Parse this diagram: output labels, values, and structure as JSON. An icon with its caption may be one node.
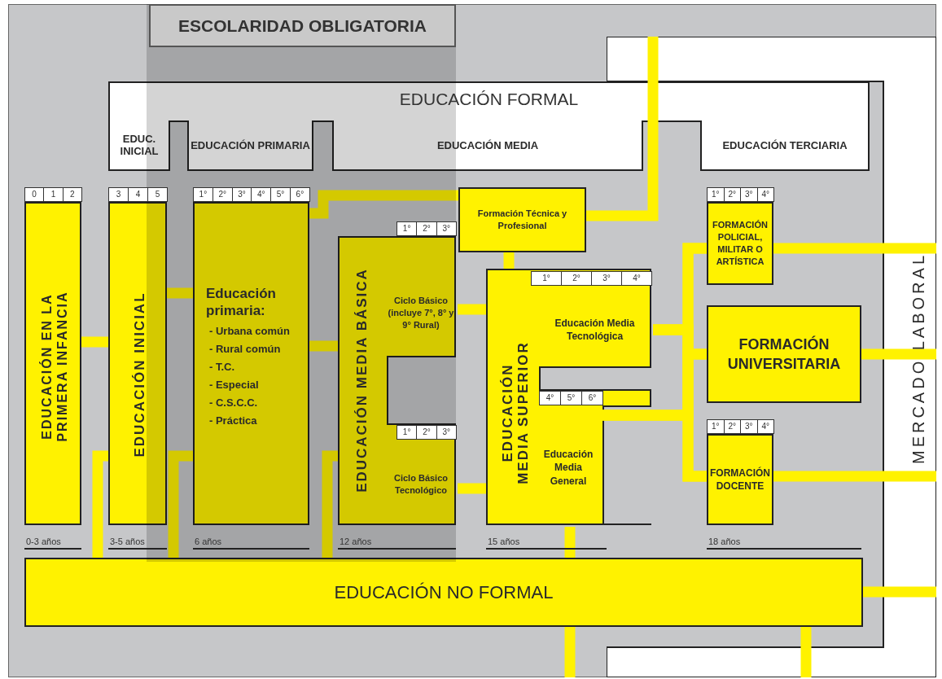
{
  "diagram": {
    "nodes": [
      {
        "text": [
          "ESCOLARIDAD OBLIGATORIA"
        ]
      },
      {
        "text": [
          "EDUCACIÓN FORMAL"
        ]
      },
      {
        "text": [
          "EDUC. INICIAL"
        ],
        "in": 1
      },
      {
        "text": [
          "EDUCACIÓN PRIMARIA"
        ],
        "in": 1
      },
      {
        "text": [
          "EDUCACIÓN MEDIA"
        ],
        "in": 1
      },
      {
        "text": [
          "EDUCACIÓN TERCIARIA"
        ],
        "in": 1
      },
      {
        "text": [
          "MERCADO LABORAL"
        ]
      },
      {
        "text": [
          "EDUCACIÓN EN LA PRIMERA INFANCIA"
        ]
      },
      {
        "text": [
          "EDUCACIÓN INICIAL"
        ]
      },
      {
        "text": [
          "Educación primaria:",
          "- Urbana común",
          "- Rural común",
          "- T.C.",
          "- Especial",
          "- C.S.C.C.",
          "- Práctica"
        ]
      },
      {
        "text": [
          "Formación Técnica y Profesional"
        ]
      },
      {
        "text": [
          "EDUCACIÓN MEDIA BÁSICA"
        ]
      },
      {
        "text": [
          "Ciclo Básico (incluye 7°, 8° y 9° Rural)"
        ],
        "in": 11
      },
      {
        "text": [
          "Ciclo Básico Tecnológico"
        ],
        "in": 11
      },
      {
        "text": [
          "EDUCACIÓN MEDIA SUPERIOR"
        ]
      },
      {
        "text": [
          "Educación Media Tecnológica"
        ],
        "in": 14
      },
      {
        "text": [
          "Educación Media General"
        ],
        "in": 14
      },
      {
        "text": [
          "FORMACIÓN POLICIAL, MILITAR O ARTÍSTICA"
        ]
      },
      {
        "text": [
          "FORMACIÓN UNIVERSITARIA"
        ]
      },
      {
        "text": [
          "FORMACIÓN DOCENTE"
        ]
      },
      {
        "text": [
          "EDUCACIÓN NO FORMAL"
        ]
      }
    ],
    "edges": [
      {
        "from": 7,
        "to": 8,
        "arrow": "none"
      },
      {
        "from": 8,
        "to": 9,
        "arrow": "none"
      },
      {
        "from": 9,
        "to": 11,
        "arrow": "none"
      },
      {
        "from": 9,
        "to": 10,
        "arrow": "none"
      },
      {
        "from": 12,
        "to": 14,
        "arrow": "none"
      },
      {
        "from": 13,
        "to": 14,
        "arrow": "none"
      },
      {
        "from": 10,
        "to": 14,
        "arrow": "none"
      },
      {
        "from": 10,
        "to": 6,
        "arrow": "none"
      },
      {
        "from": 15,
        "to": 17,
        "arrow": "none"
      },
      {
        "from": 15,
        "to": 18,
        "arrow": "none"
      },
      {
        "from": 15,
        "to": 19,
        "arrow": "none"
      },
      {
        "from": 16,
        "to": 17,
        "arrow": "none"
      },
      {
        "from": 16,
        "to": 18,
        "arrow": "none"
      },
      {
        "from": 16,
        "to": 19,
        "arrow": "none"
      },
      {
        "from": 17,
        "to": 6,
        "arrow": "none"
      },
      {
        "from": 18,
        "to": 6,
        "arrow": "none"
      },
      {
        "from": 19,
        "to": 6,
        "arrow": "none"
      },
      {
        "from": 16,
        "to": 20,
        "arrow": "none"
      },
      {
        "from": 20,
        "to": 6,
        "arrow": "none"
      },
      {
        "from": 20,
        "to": 6,
        "arrow": "none"
      },
      {
        "from": 20,
        "to": 6,
        "arrow": "none"
      },
      {
        "from": 8,
        "to": 20,
        "arrow": "none"
      },
      {
        "from": 9,
        "to": 20,
        "arrow": "none"
      },
      {
        "from": 11,
        "to": 20,
        "arrow": "none"
      }
    ],
    "labels": [
      "0",
      "1",
      "2",
      "3",
      "4",
      "5",
      "1°",
      "2°",
      "3°",
      "4°",
      "5°",
      "6°",
      "1°",
      "2°",
      "3°",
      "4°",
      "1°",
      "2°",
      "3°",
      "1°",
      "2°",
      "3°",
      "4°",
      "4°",
      "5°",
      "6°",
      "1°",
      "2°",
      "3°",
      "4°",
      "1°",
      "2°",
      "3°",
      "0-3 años",
      "3-5 años",
      "6 años",
      "12 años",
      "15 años",
      "18 años"
    ]
  }
}
